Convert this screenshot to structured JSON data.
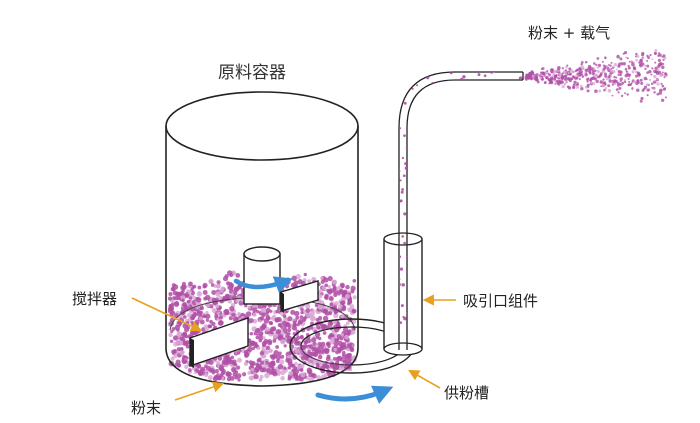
{
  "labels": {
    "container": "原料容器",
    "output": "粉末 + 载气",
    "stirrer": "搅拌器",
    "powder": "粉末",
    "suction": "吸引口组件",
    "feed_groove": "供粉槽"
  },
  "colors": {
    "powder": "#b04fa6",
    "powder_light": "#d9a8d6",
    "arrow_orange": "#e8a020",
    "rotation_blue": "#3c8fd6",
    "outline": "#222222"
  },
  "icons": [
    "rotation-arrow-icon",
    "leader-arrow-icon"
  ]
}
